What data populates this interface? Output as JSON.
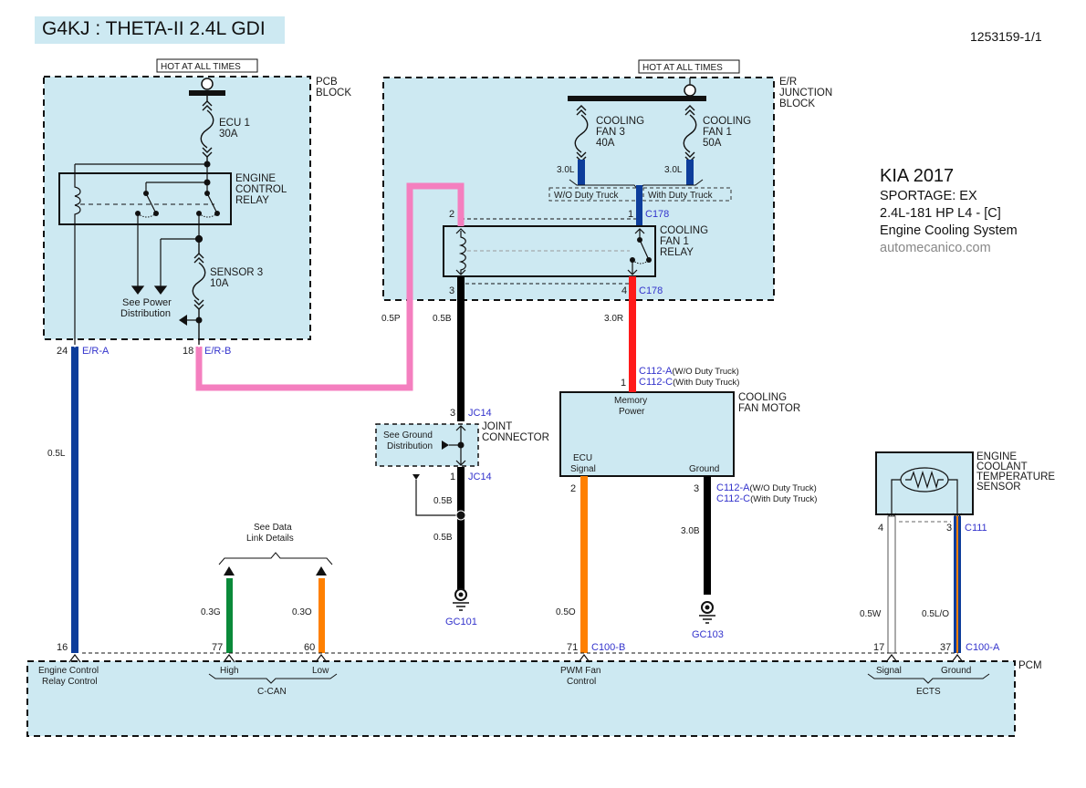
{
  "header": {
    "engine_title": "G4KJ : THETA-II 2.4L GDI",
    "document_number": "1253159-1/1"
  },
  "vehicle_info": {
    "make_year": "KIA 2017",
    "model": "SPORTAGE: EX",
    "engine": "2.4L-181 HP L4 - [C]",
    "system": "Engine Cooling System",
    "source": "automecanico.com"
  },
  "pcb_block": {
    "label_line1": "PCB",
    "label_line2": "BLOCK",
    "power_label": "HOT AT ALL TIMES",
    "fuse_ecu1_name": "ECU 1",
    "fuse_ecu1_rating": "30A",
    "relay_line1": "ENGINE",
    "relay_line2": "CONTROL",
    "relay_line3": "RELAY",
    "fuse_sensor3_name": "SENSOR 3",
    "fuse_sensor3_rating": "10A",
    "see_power_line1": "See Power",
    "see_power_line2": "Distribution",
    "pin_a": "24",
    "conn_a": "E/R-A",
    "pin_b": "18",
    "conn_b": "E/R-B"
  },
  "er_junction_block": {
    "label_line1": "E/R",
    "label_line2": "JUNCTION",
    "label_line3": "BLOCK",
    "power_label": "HOT AT ALL TIMES",
    "fuse_fan3_line1": "COOLING",
    "fuse_fan3_line2": "FAN 3",
    "fuse_fan3_rating": "40A",
    "fuse_fan1_line1": "COOLING",
    "fuse_fan1_line2": "FAN 1",
    "fuse_fan1_rating": "50A",
    "wire_fan3": "3.0L",
    "wire_fan1": "3.0L",
    "option_without": "W/O Duty Truck",
    "option_with": "With Duty Truck",
    "relay_line1": "COOLING",
    "relay_line2": "FAN 1",
    "relay_line3": "RELAY",
    "pin_1": "1",
    "pin_2": "2",
    "pin_3": "3",
    "pin_4": "4",
    "conn_top": "C178",
    "conn_bottom": "C178"
  },
  "wires": {
    "er_a": "0.5L",
    "er_b": "0.5P",
    "relay_ground": "0.5B",
    "relay_output": "3.0R",
    "jc_out1": "0.5B",
    "jc_out2": "0.5B",
    "can_high": "0.3G",
    "can_low": "0.3O",
    "fan_signal": "0.5O",
    "fan_ground": "3.0B",
    "ects_signal": "0.5W",
    "ects_ground": "0.5L/O"
  },
  "joint_connector": {
    "label_line1": "JOINT",
    "label_line2": "CONNECTOR",
    "see_ground_line1": "See Ground",
    "see_ground_line2": "Distribution",
    "pin_top": "3",
    "conn_top": "JC14",
    "pin_bottom": "1",
    "conn_bottom": "JC14",
    "ground": "GC101"
  },
  "cooling_fan_motor": {
    "label_line1": "COOLING",
    "label_line2": "FAN MOTOR",
    "pin_memory_power": "1",
    "conn_a_top": "C112-A",
    "conn_a_top_note": "(W/O Duty Truck)",
    "conn_c_top": "C112-C",
    "conn_c_top_note": "(With Duty Truck)",
    "memory_line1": "Memory",
    "memory_line2": "Power",
    "ecu_line1": "ECU",
    "ecu_line2": "Signal",
    "ground_label": "Ground",
    "pin_signal": "2",
    "pin_ground": "3",
    "conn_a_bottom": "C112-A",
    "conn_a_bottom_note": "(W/O Duty Truck)",
    "conn_c_bottom": "C112-C",
    "conn_c_bottom_note": "(With Duty Truck)",
    "ground": "GC103"
  },
  "ects_sensor": {
    "label_line1": "ENGINE",
    "label_line2": "COOLANT",
    "label_line3": "TEMPERATURE",
    "label_line4": "SENSOR",
    "pin_signal": "4",
    "pin_ground": "3",
    "conn": "C111"
  },
  "data_link": {
    "line1": "See Data",
    "line2": "Link Details"
  },
  "pcm": {
    "label": "PCM",
    "pin_relay_ctrl": "16",
    "relay_ctrl_line1": "Engine Control",
    "relay_ctrl_line2": "Relay Control",
    "pin_can_high": "77",
    "pin_can_low": "60",
    "can_high": "High",
    "can_low": "Low",
    "can_group": "C-CAN",
    "pin_pwm": "71",
    "conn_pwm": "C100-B",
    "pwm_line1": "PWM Fan",
    "pwm_line2": "Control",
    "pin_ects_signal": "17",
    "pin_ects_ground": "37",
    "conn_ects": "C100-A",
    "ects_signal": "Signal",
    "ects_ground": "Ground",
    "ects_group": "ECTS"
  },
  "colors": {
    "block_fill": "#cde9f2",
    "wire_blue": "#0d3d9b",
    "wire_pink": "#f47fbf",
    "wire_black": "#000000",
    "wire_red": "#ff1a1a",
    "wire_green": "#0b8a3a",
    "wire_orange": "#ff8000",
    "wire_white": "#ffffff",
    "connector_text": "#3333cc"
  }
}
